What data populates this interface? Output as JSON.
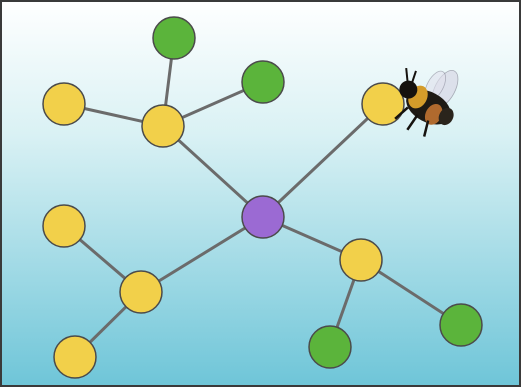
{
  "title": "",
  "colors": {
    "frame": "#3a3a3a",
    "background_top": "#ffffff",
    "background_mid": "#d9f1f4",
    "background_bottom": "#6ec5d8",
    "edge": "#6b6b6b",
    "node_yellow": "#f2d04a",
    "node_green": "#5bb43b",
    "node_purple": "#9b6ad3",
    "node_stroke": "#4b4b4b"
  },
  "diagram": {
    "type": "node-link graph",
    "nodes": [
      {
        "id": "center",
        "color": "purple"
      },
      {
        "id": "hub-top",
        "color": "yellow"
      },
      {
        "id": "top-green-1",
        "color": "green"
      },
      {
        "id": "top-green-2",
        "color": "green"
      },
      {
        "id": "left-top-yellow",
        "color": "yellow"
      },
      {
        "id": "top-right-yellow-bee",
        "color": "yellow"
      },
      {
        "id": "left-mid-yellow",
        "color": "yellow"
      },
      {
        "id": "hub-left",
        "color": "yellow"
      },
      {
        "id": "left-bottom-yellow",
        "color": "yellow"
      },
      {
        "id": "hub-right",
        "color": "yellow"
      },
      {
        "id": "right-green-1",
        "color": "green"
      },
      {
        "id": "right-green-2",
        "color": "green"
      }
    ],
    "edges": [
      [
        "center",
        "hub-top"
      ],
      [
        "hub-top",
        "top-green-1"
      ],
      [
        "hub-top",
        "top-green-2"
      ],
      [
        "hub-top",
        "left-top-yellow"
      ],
      [
        "center",
        "top-right-yellow-bee"
      ],
      [
        "center",
        "hub-left"
      ],
      [
        "hub-left",
        "left-mid-yellow"
      ],
      [
        "hub-left",
        "left-bottom-yellow"
      ],
      [
        "center",
        "hub-right"
      ],
      [
        "hub-right",
        "right-green-1"
      ],
      [
        "hub-right",
        "right-green-2"
      ]
    ],
    "decoration": "bumblebee-icon"
  }
}
